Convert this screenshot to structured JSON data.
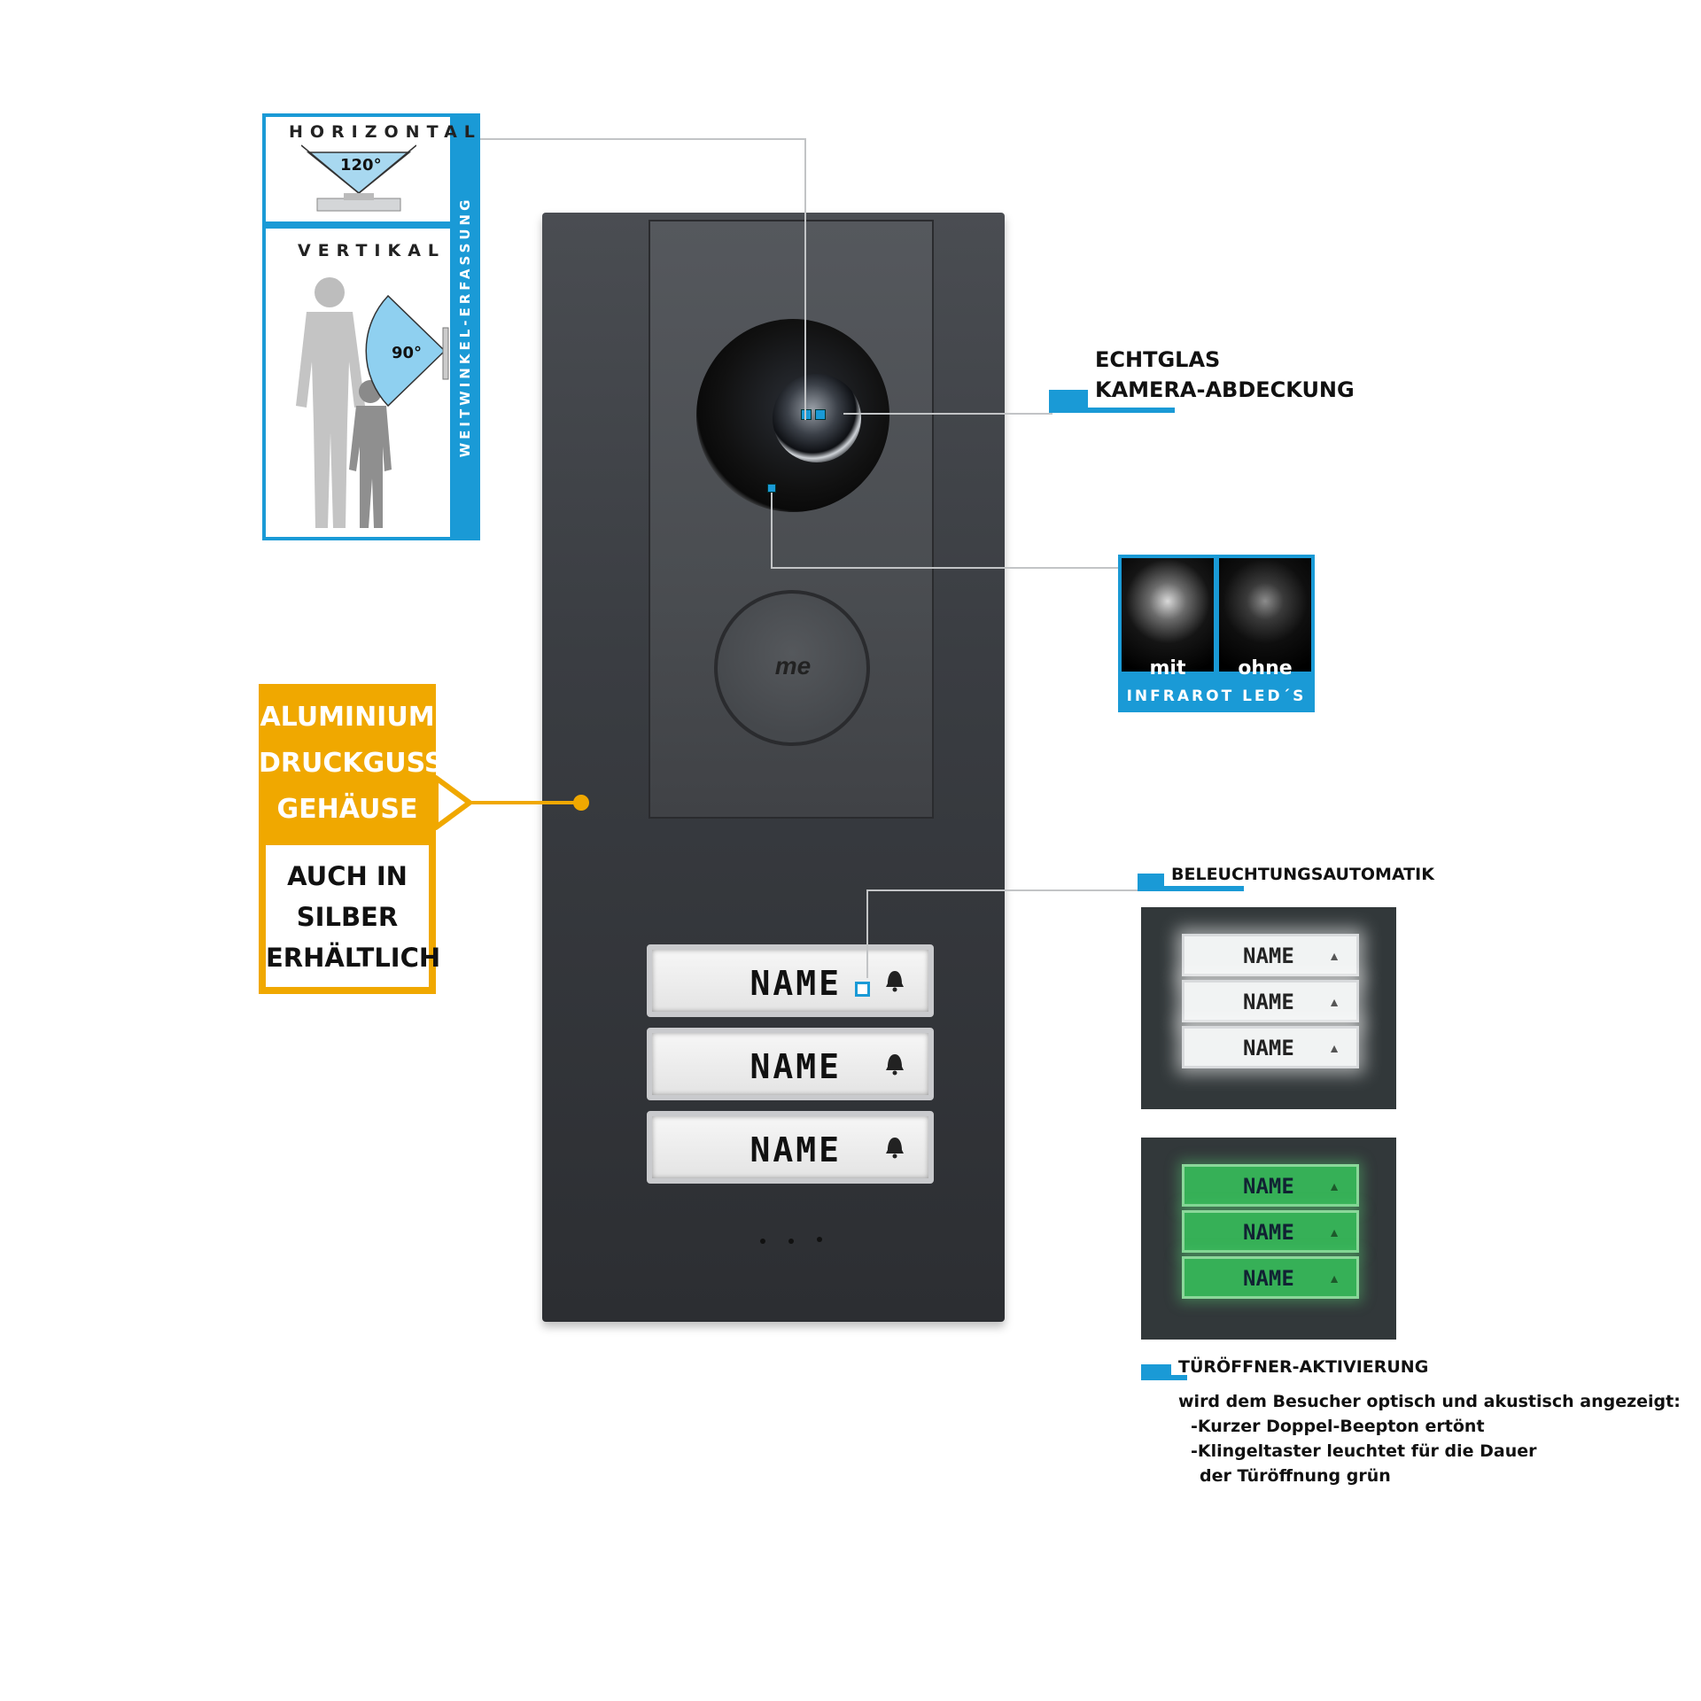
{
  "fov": {
    "horizontal_label": "HORIZONTAL",
    "horizontal_angle": "120°",
    "vertical_label": "VERTIKAL",
    "vertical_angle": "90°",
    "side_label": "WEITWINKEL-ERFASSUNG"
  },
  "panel": {
    "logo": "me",
    "names": [
      "NAME",
      "NAME",
      "NAME"
    ]
  },
  "callouts": {
    "camera": {
      "line1": "ECHTGLAS",
      "line2": "KAMERA-ABDECKUNG"
    },
    "infrared": {
      "with": "mit",
      "without": "ohne",
      "caption": "INFRAROT LED´S"
    },
    "aluminium": {
      "line1": "ALUMINIUM",
      "line2": "DRUCKGUSS",
      "line3": "GEHÄUSE"
    },
    "silver": {
      "line1": "AUCH IN",
      "line2": "SILBER",
      "line3": "ERHÄLTLICH"
    },
    "lighting": {
      "title": "BELEUCHTUNGSAUTOMATIK",
      "names": [
        "NAME",
        "NAME",
        "NAME"
      ]
    },
    "door": {
      "title": "TÜRÖFFNER-AKTIVIERUNG",
      "names": [
        "NAME",
        "NAME",
        "NAME"
      ],
      "intro": "wird dem Besucher optisch und akustisch angezeigt:",
      "item1": "-Kurzer Doppel-Beepton ertönt",
      "item2": "-Klingeltaster leuchtet für die Dauer",
      "item3": "der Türöffnung grün"
    }
  },
  "colors": {
    "accent_blue": "#1a9ad6",
    "accent_orange": "#f0a800",
    "green_light": "#36b057"
  }
}
